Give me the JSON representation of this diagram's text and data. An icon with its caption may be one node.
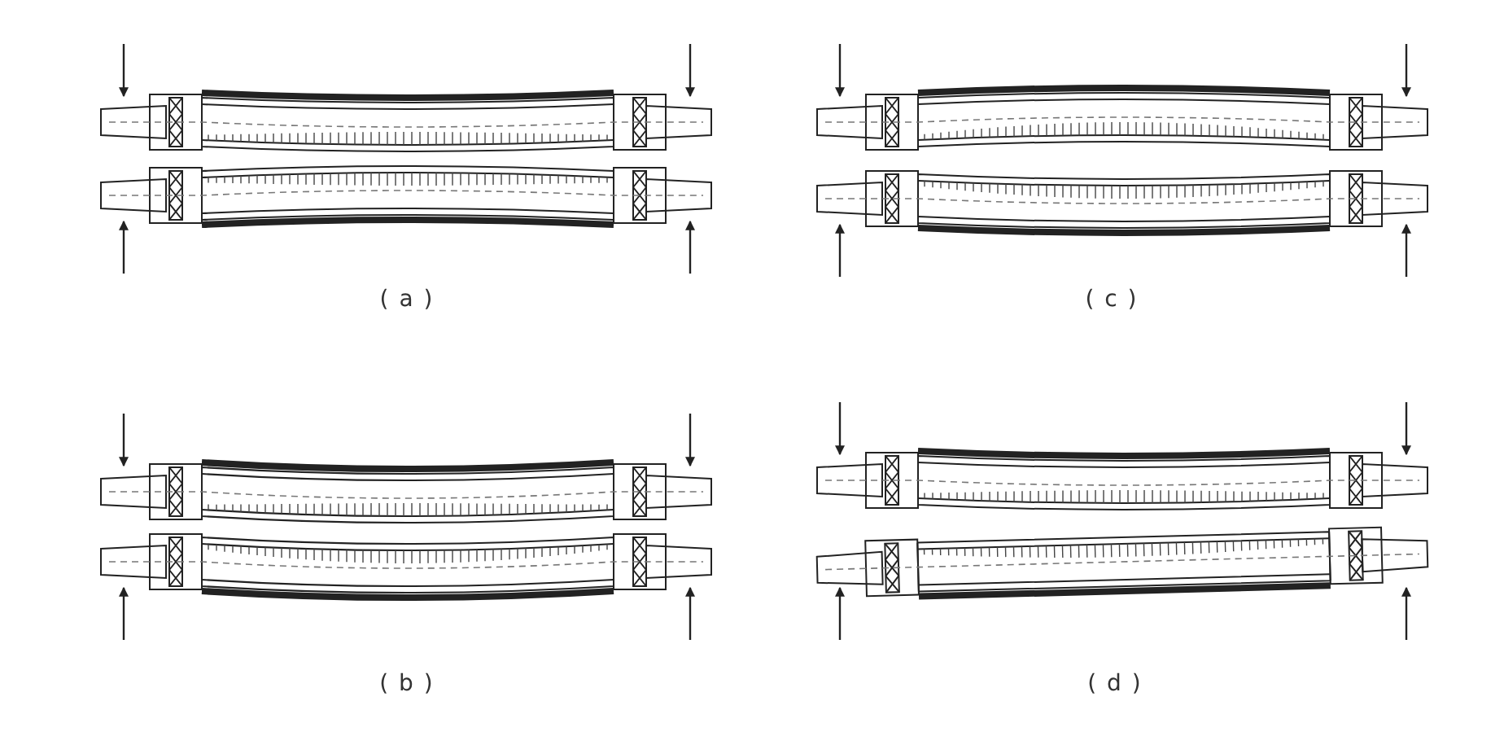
{
  "diagram": {
    "labels": [
      "( a )",
      "( c )",
      "( b )",
      "( d )"
    ]
  }
}
